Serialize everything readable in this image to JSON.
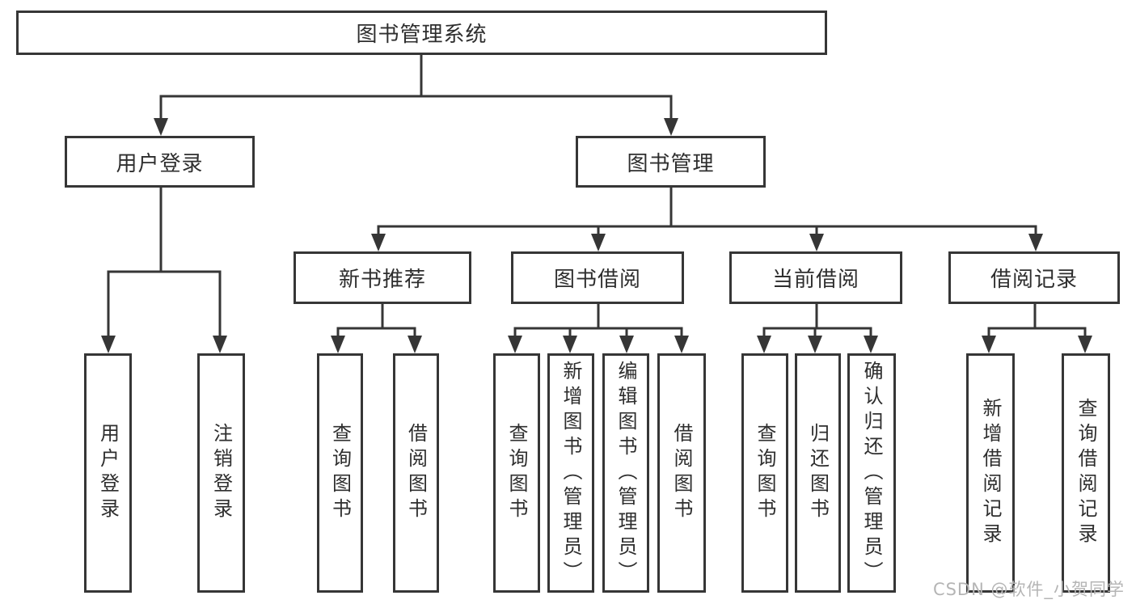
{
  "diagram": {
    "root": "图书管理系统",
    "level2": {
      "user_login": "用户登录",
      "book_management": "图书管理"
    },
    "level3": {
      "new_book_recommend": "新书推荐",
      "book_borrow": "图书借阅",
      "current_borrow": "当前借阅",
      "borrow_records": "借阅记录"
    },
    "leaves": {
      "user_login": [
        "用户登录",
        "注销登录"
      ],
      "new_book_recommend": [
        "查询图书",
        "借阅图书"
      ],
      "book_borrow": [
        "查询图书",
        "新增图书（管理员）",
        "编辑图书（管理员）",
        "借阅图书"
      ],
      "current_borrow": [
        "查询图书",
        "归还图书",
        "确认归还（管理员）"
      ],
      "borrow_records": [
        "新增借阅记录",
        "查询借阅记录"
      ]
    },
    "watermark": "CSDN @软件_小贺同学",
    "colors": {
      "line": "#363636",
      "text": "#2e2e2e",
      "background": "#ffffff",
      "watermark": "#b5b5b5"
    }
  }
}
